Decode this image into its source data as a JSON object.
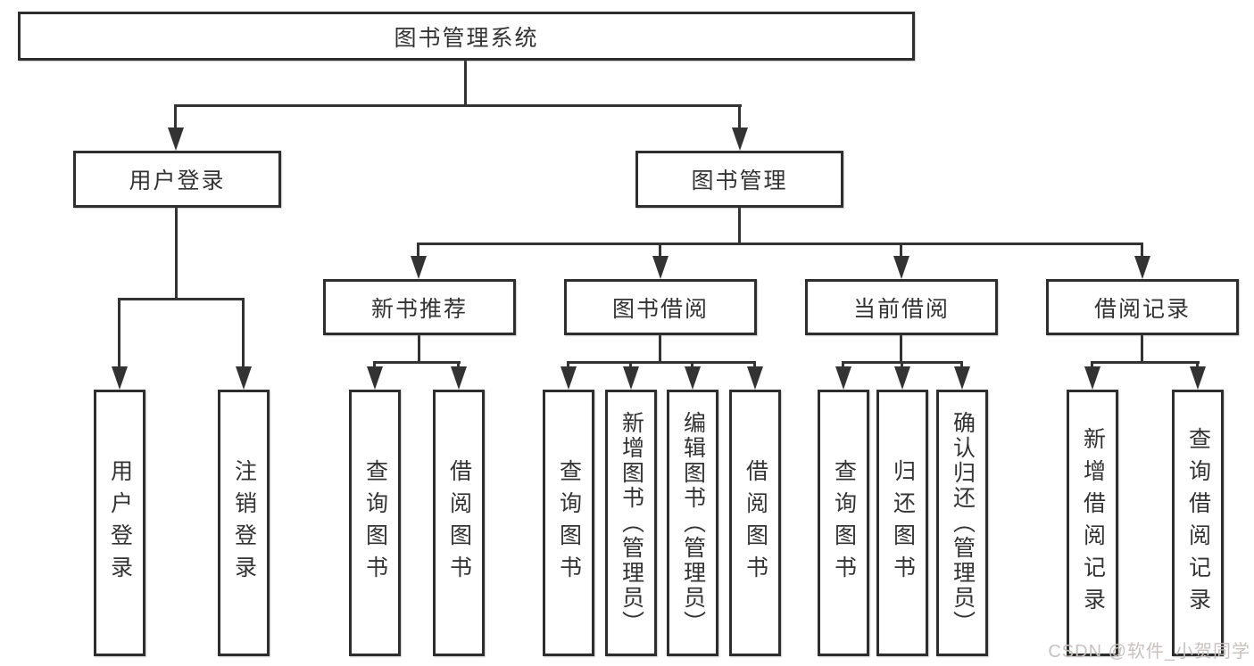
{
  "tree": {
    "root": {
      "label": "图书管理系统",
      "children": [
        {
          "label": "用户登录",
          "children": [
            {
              "label": "用户登录"
            },
            {
              "label": "注销登录"
            }
          ]
        },
        {
          "label": "图书管理",
          "children": [
            {
              "label": "新书推荐",
              "children": [
                {
                  "label": "查询图书"
                },
                {
                  "label": "借阅图书"
                }
              ]
            },
            {
              "label": "图书借阅",
              "children": [
                {
                  "label": "查询图书"
                },
                {
                  "label": "新增图书（管理员）"
                },
                {
                  "label": "编辑图书（管理员）"
                },
                {
                  "label": "借阅图书"
                }
              ]
            },
            {
              "label": "当前借阅",
              "children": [
                {
                  "label": "查询图书"
                },
                {
                  "label": "归还图书"
                },
                {
                  "label": "确认归还（管理员）"
                }
              ]
            },
            {
              "label": "借阅记录",
              "children": [
                {
                  "label": "新增借阅记录"
                },
                {
                  "label": "查询借阅记录"
                }
              ]
            }
          ]
        }
      ]
    }
  },
  "watermark": {
    "text": "CSDN @软件_小贺同学"
  },
  "colors": {
    "background": "#ffffff",
    "box_border": "#2e2e2e",
    "line": "#333333",
    "text": "#333333",
    "watermark": "#c8c1c1"
  }
}
